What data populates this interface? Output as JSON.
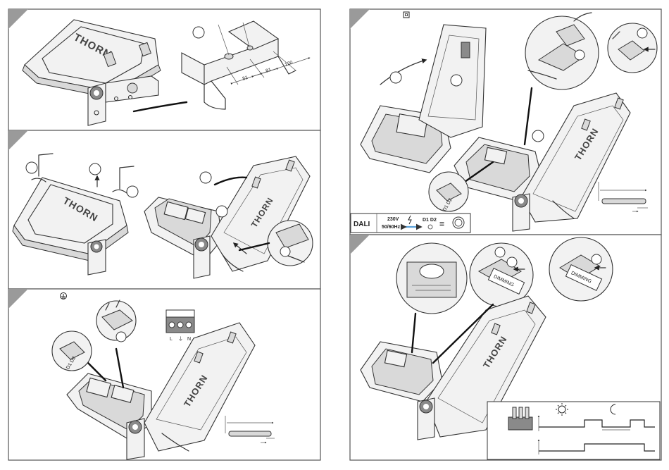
{
  "brand": "THORN",
  "panel1": {
    "dimensions": {
      "a": "81",
      "b": "81",
      "c": "120"
    }
  },
  "panel3": {
    "terminal_labels": {
      "l": "L",
      "pe": "⏚",
      "n": "N"
    },
    "dali_labels": "D1 D2"
  },
  "panel4": {
    "dali_labels": "D1 D2",
    "dali_box": {
      "label": "DALI",
      "voltage": "230V",
      "frequency": "50/60Hz",
      "terminals": "D1 D2",
      "equals": "="
    }
  },
  "panel5": {
    "sticker_text": "DIMMING",
    "sun_icon": "sun-icon",
    "moon_icon": "moon-icon"
  },
  "icons": {
    "earth": "earth-ground-icon",
    "double_insulation": "double-insulation-icon",
    "lightning": "lightning-icon",
    "arrow_double": "double-arrow-icon",
    "ring": "ring-terminal-icon"
  },
  "colors": {
    "panel_triangle": "#9a9a9a",
    "arrow_blue": "#5aa0d8"
  }
}
